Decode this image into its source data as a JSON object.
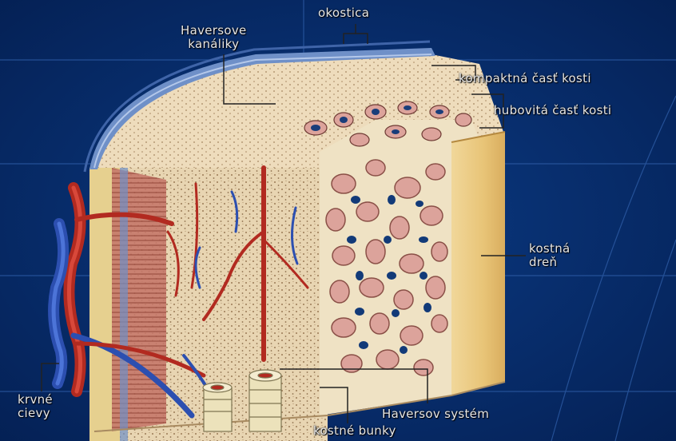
{
  "labels": {
    "okostica": "okostica",
    "haversove_kanaliky": [
      "Haversove",
      "kanáliky"
    ],
    "kompaktna": "kompaktná časť kosti",
    "hubovita": "hubovitá časť kosti",
    "kostna_dren": [
      "kostná",
      "dreň"
    ],
    "krvne_cievy": [
      "krvné",
      "cievy"
    ],
    "haversov_system": "Haversov systém",
    "kostne_bunky": "kostné bunky"
  },
  "colors": {
    "background": "#072c6c",
    "grid_lines": "#2f5ea8",
    "periosteum": "#6f90c8",
    "compact_bone": "#e8d3b0",
    "spongy_pink": "#dca39b",
    "spongy_matrix": "#efe2c4",
    "marrow": "#e9c882",
    "artery": "#b22a20",
    "vein": "#2c4fb0",
    "label_text": "#e6e6e6",
    "leader_line": "#222222"
  }
}
